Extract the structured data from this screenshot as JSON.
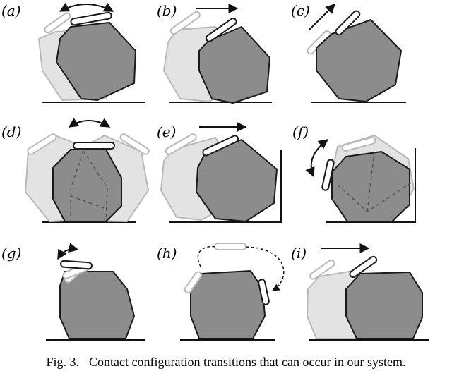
{
  "panels": [
    {
      "id": "a",
      "label": "(a)"
    },
    {
      "id": "b",
      "label": "(b)"
    },
    {
      "id": "c",
      "label": "(c)"
    },
    {
      "id": "d",
      "label": "(d)"
    },
    {
      "id": "e",
      "label": "(e)"
    },
    {
      "id": "f",
      "label": "(f)"
    },
    {
      "id": "g",
      "label": "(g)"
    },
    {
      "id": "h",
      "label": "(h)"
    },
    {
      "id": "i",
      "label": "(i)"
    }
  ],
  "caption": {
    "prefix": "Fig. 3.",
    "text": "Contact configuration transitions that can occur in our system."
  },
  "colors": {
    "object_fill": "#8c8c8c",
    "ghost_fill": "#e3e3e3",
    "ghost_stroke": "#b9b9b9",
    "outline": "#1a1a1a"
  }
}
